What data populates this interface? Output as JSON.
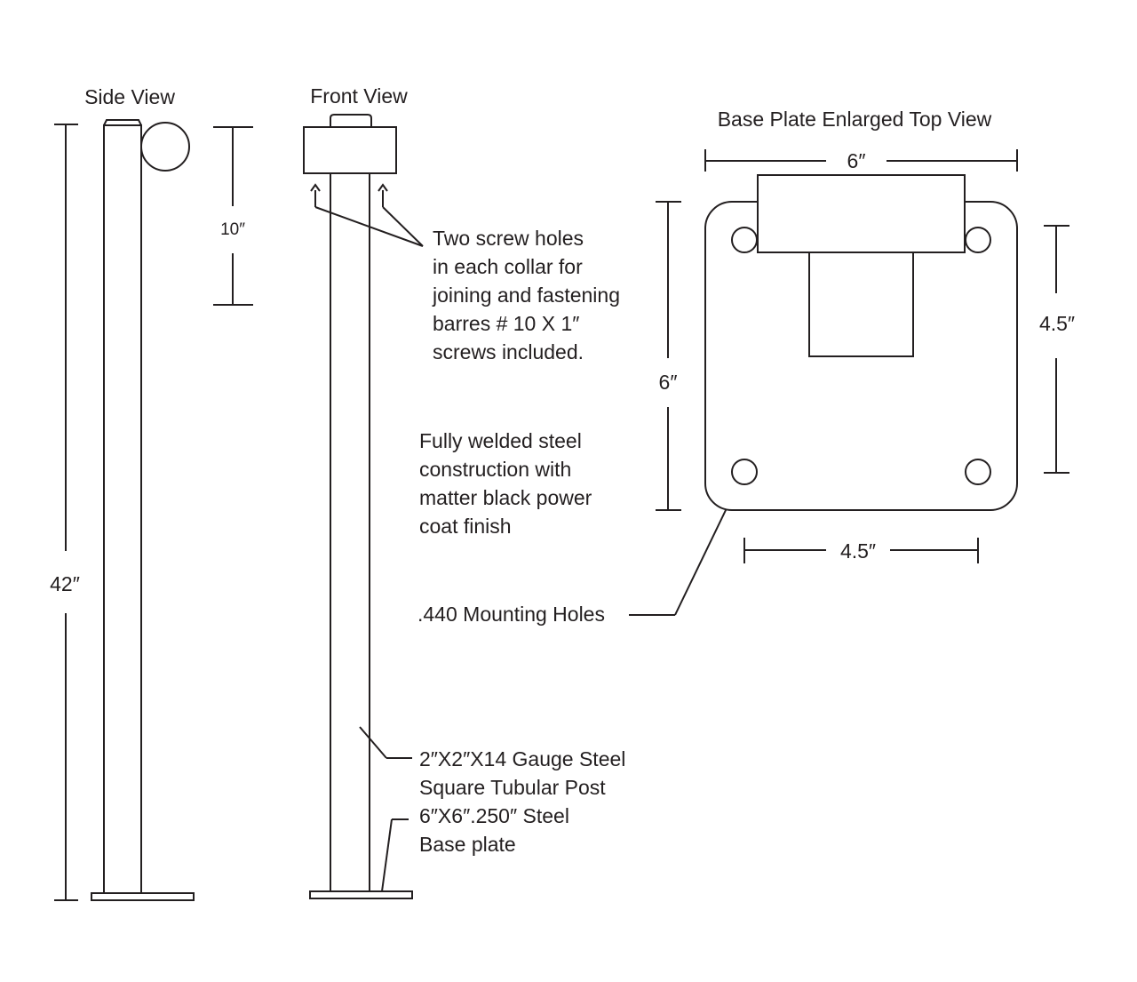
{
  "views": {
    "side_view_title": "Side View",
    "front_view_title": "Front View",
    "top_view_title": "Base Plate Enlarged Top View"
  },
  "dimensions": {
    "post_height": "42″",
    "collar_height": "10″",
    "plate_width": "6″",
    "plate_depth": "6″",
    "hole_spacing_vertical": "4.5″",
    "hole_spacing_horizontal": "4.5″"
  },
  "notes": {
    "screw_holes": [
      "Two screw holes",
      "in each collar for",
      "joining and fastening",
      "barres # 10 X 1″",
      "screws included."
    ],
    "construction": [
      "Fully welded steel",
      "construction with",
      "matter black power",
      "coat finish"
    ],
    "mounting_holes": ".440 Mounting Holes",
    "post_spec": [
      "2″X2″X14 Gauge Steel",
      "Square Tubular Post"
    ],
    "base_plate_spec": [
      "6″X6″.250″ Steel",
      "Base plate"
    ]
  },
  "colors": {
    "line": "#231f20",
    "background": "#ffffff"
  }
}
